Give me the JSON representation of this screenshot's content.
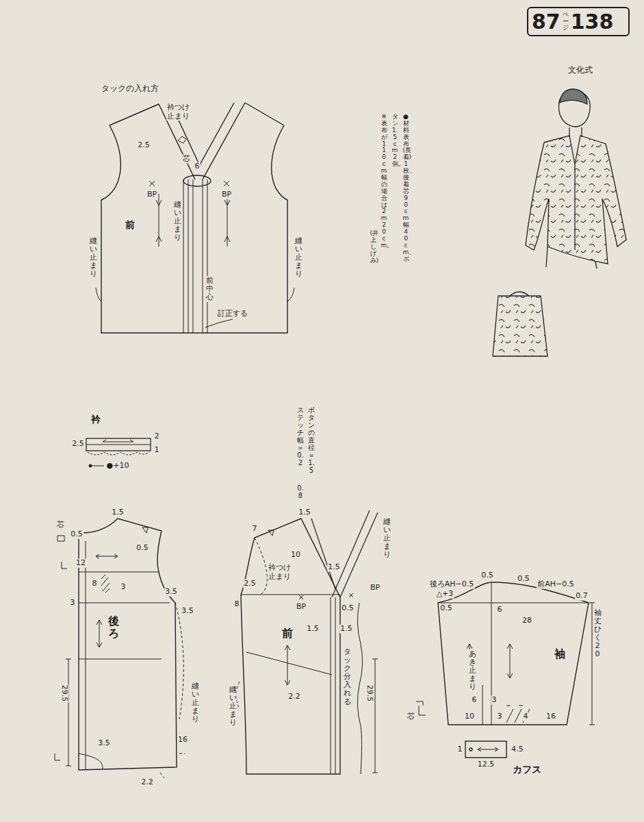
{
  "diagram": {
    "nodes": [
      {
        "text": [
          "87",
          "ページ",
          "138"
        ]
      }
    ],
    "labels": [
      "タックの入れ方",
      "衿つけ 止まり",
      "2.5",
      "芯",
      "6",
      "BP",
      "BP",
      "縫い止まり",
      "前",
      "縫い止まり",
      "縫い止まり",
      "前中心",
      "訂正する",
      "●材料 表布(長着)1枚、接着芯90cm幅40cm、ボ",
      "タン1.5cm2個。",
      "※表布が110cm幅の場合は2m20cm。",
      "(井上しげみ)",
      "文化式",
      "ボタンの直径＝1.5",
      "ステッチ幅＝0.2",
      "0.8",
      "衿",
      "2.5",
      "2",
      "1",
      "●+10",
      "芯",
      "1.5",
      "0.5",
      "0.5",
      "12",
      "8",
      "3",
      "3",
      "3.5",
      "3.5",
      "後ろ",
      "29.5",
      "縫い止まり",
      "3.5",
      "16",
      "2.2",
      "1.5",
      "7",
      "10",
      "衿つけ 止まり",
      "1.5",
      "2.5",
      "BP",
      "BP",
      "0.5",
      "8",
      "前",
      "1.5",
      "1.5",
      "タック分入れる",
      "29.5",
      "縫い止まり",
      "2.2",
      "縫い止まり",
      "後ろAH−0.5",
      "△+3",
      "0.5",
      "0.5",
      "前AH−0.5",
      "0.5",
      "6",
      "0.7",
      "28",
      "袖丈ひく20",
      "袖",
      "あき止まり",
      "6",
      "3",
      "10",
      "3",
      "4",
      "16",
      "芯",
      "1",
      "4.5",
      "12.5",
      "カフス"
    ]
  }
}
